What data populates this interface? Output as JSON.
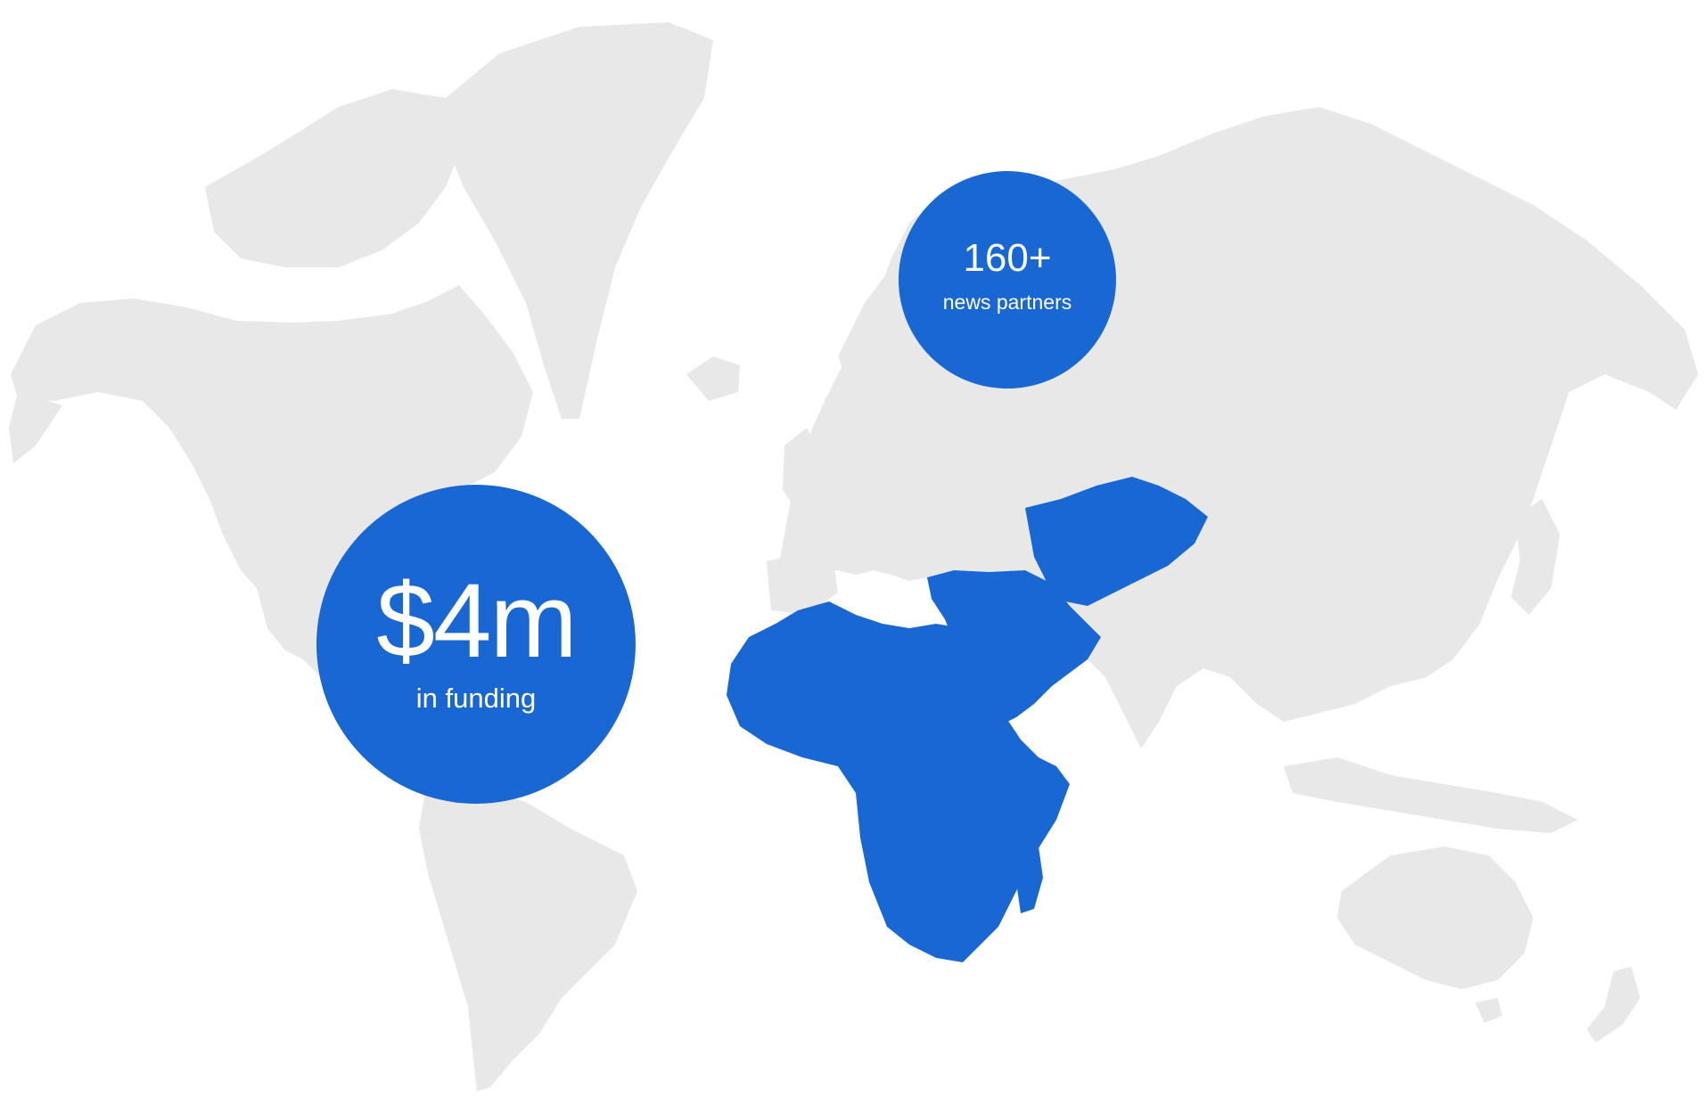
{
  "map": {
    "land_color": "#e8e8e8",
    "highlight_color": "#1967d2",
    "highlighted_regions": [
      "africa",
      "middle-east",
      "central-asia",
      "madagascar"
    ]
  },
  "stats": {
    "funding": {
      "value": "$4m",
      "label": "in funding"
    },
    "partners": {
      "value": "160+",
      "label": "news partners"
    }
  }
}
